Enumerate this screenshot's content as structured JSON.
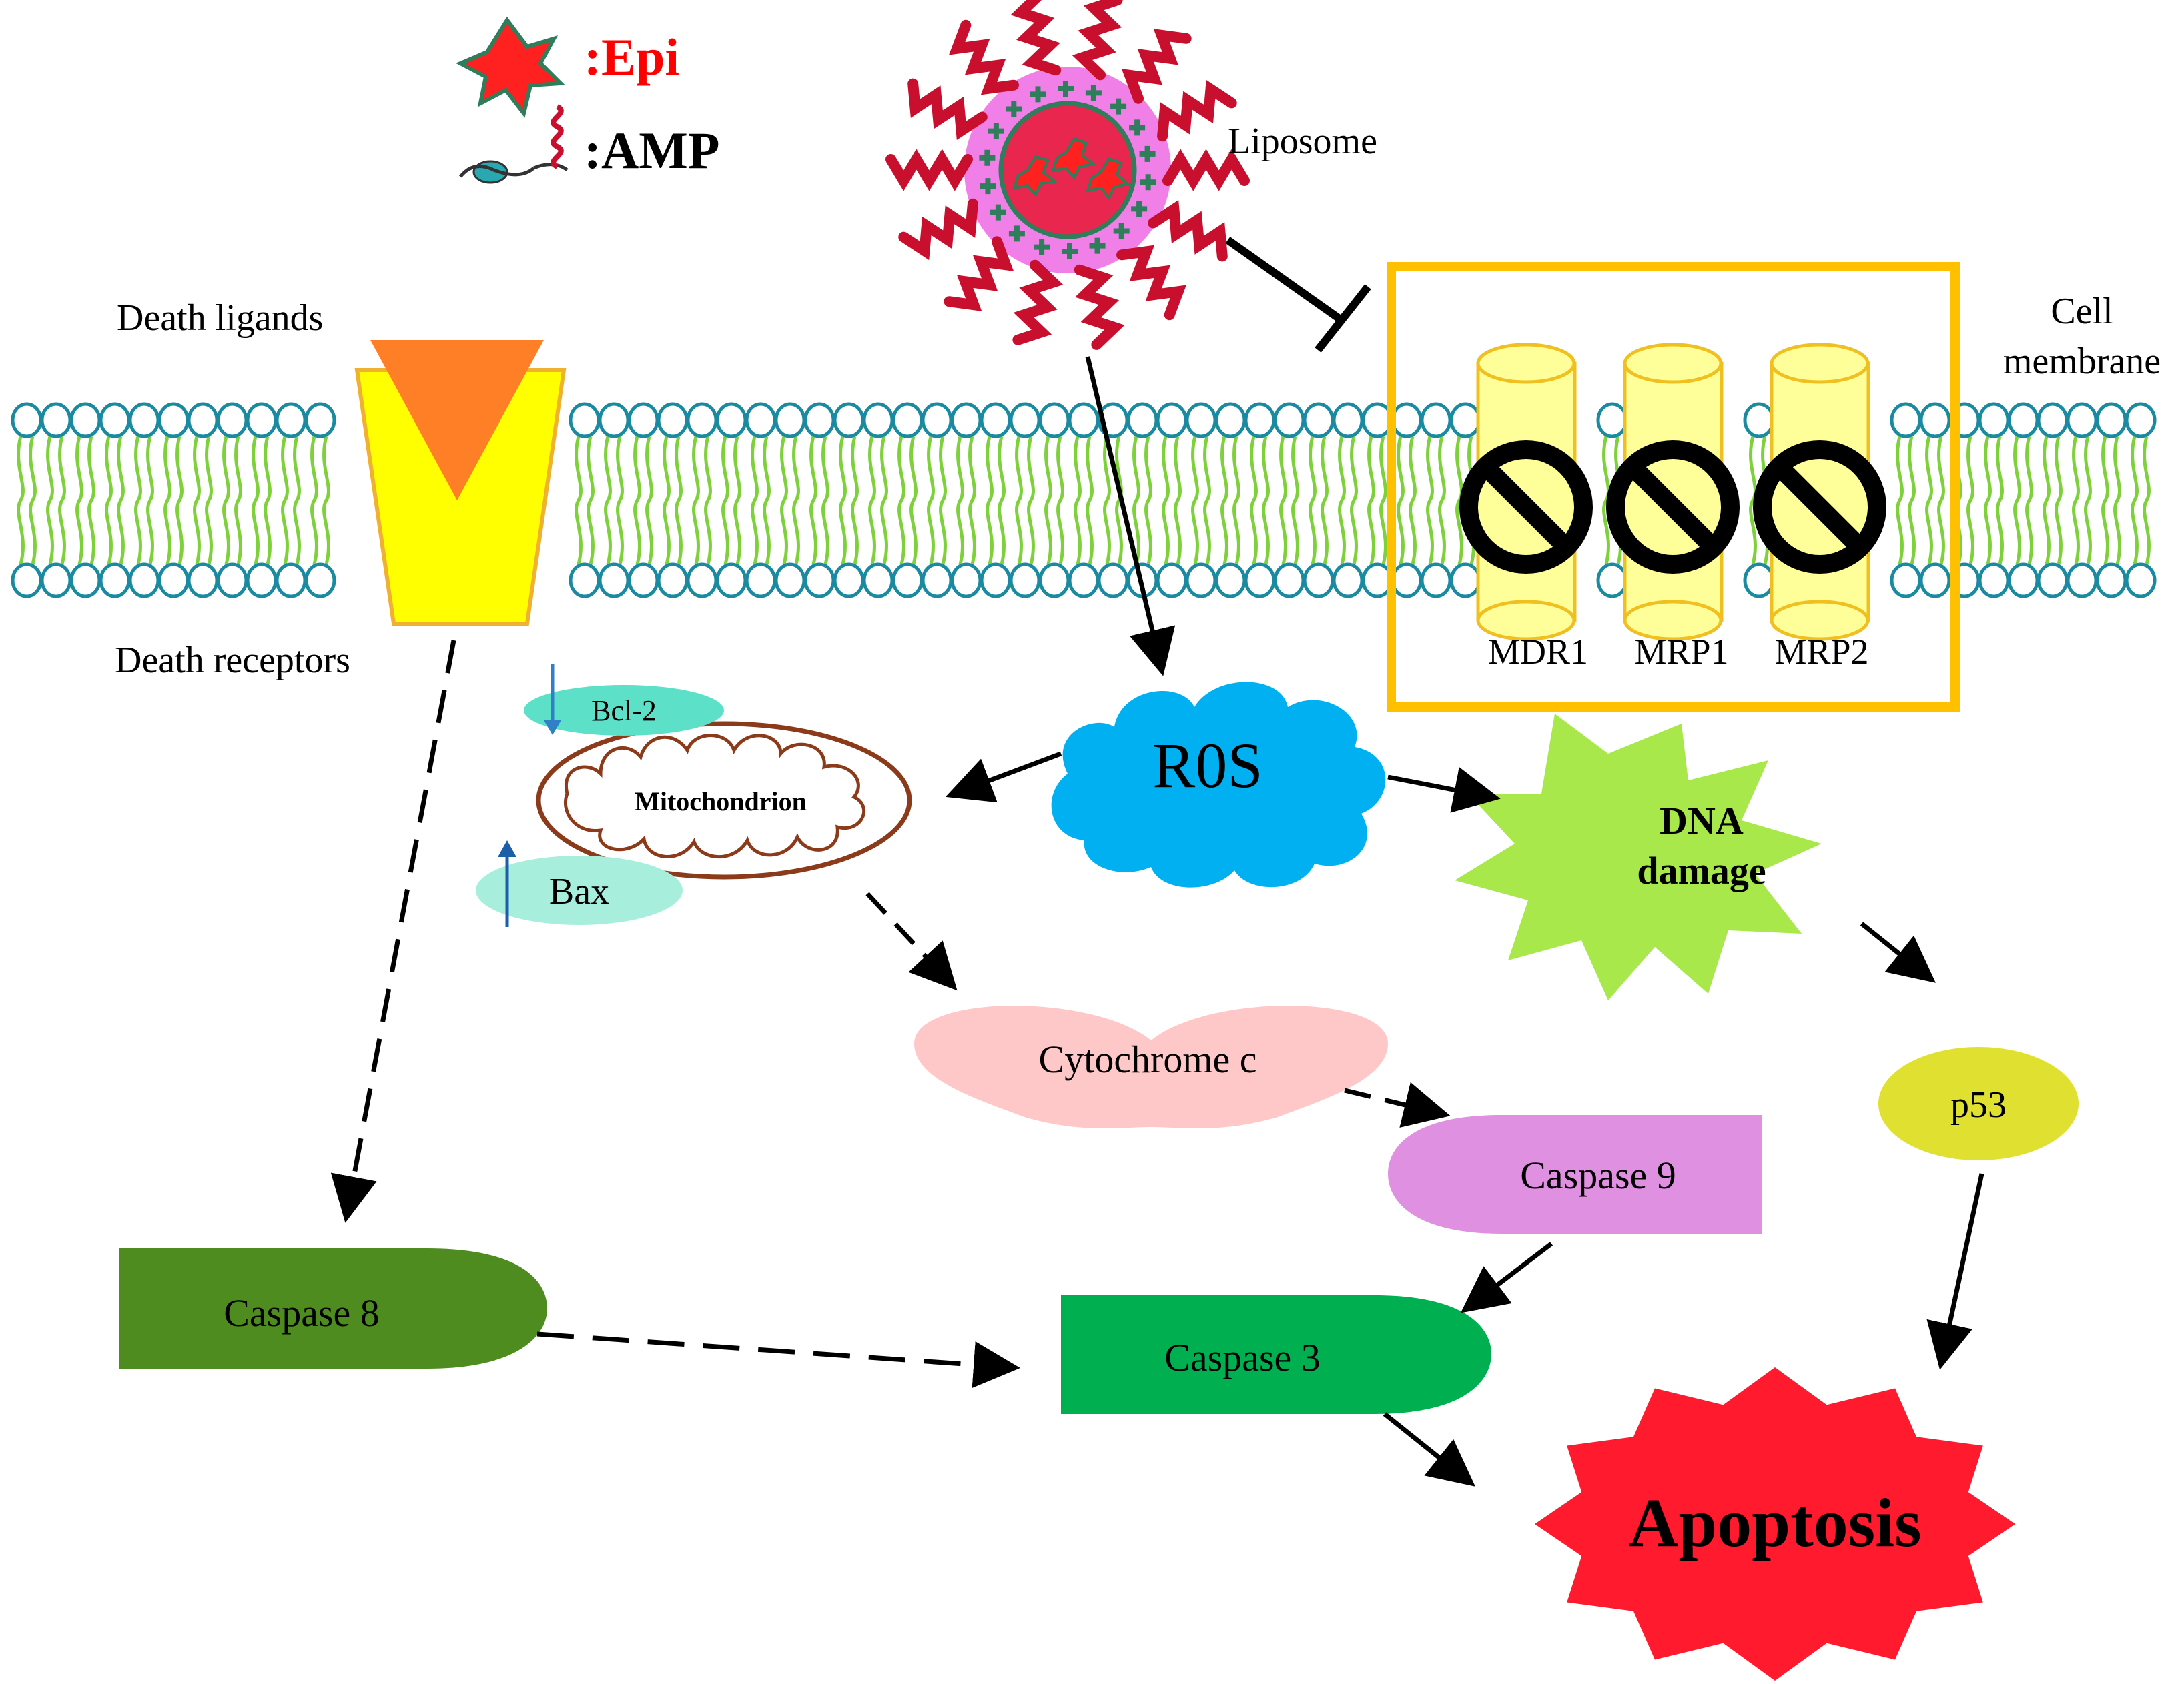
{
  "legend": {
    "epi_label": ":Epi",
    "amp_label": ":AMP"
  },
  "labels": {
    "liposome": "Liposome",
    "death_ligands": "Death ligands",
    "death_receptors": "Death receptors",
    "cell_membrane_line1": "Cell",
    "cell_membrane_line2": "membrane",
    "mdr1": "MDR1",
    "mrp1": "MRP1",
    "mrp2": "MRP2",
    "bcl2": "Bcl-2",
    "bax": "Bax",
    "mitochondrion": "Mitochondrion",
    "ros": "R0S",
    "dna_line1": "DNA",
    "dna_line2": "damage",
    "cytochrome_c": "Cytochrome c",
    "caspase9": "Caspase 9",
    "caspase8": "Caspase 8",
    "caspase3": "Caspase 3",
    "p53": "p53",
    "apoptosis": "Apoptosis"
  },
  "colors": {
    "epi_red": "#ff2020",
    "epi_text": "#ff0000",
    "amp_crimson": "#c8102e",
    "liposome_pink": "#f080e8",
    "liposome_core": "#e8264e",
    "liposome_green": "#2e7d5b",
    "membrane_head": "#1a8aa0",
    "membrane_tail": "#7fd13b",
    "receptor_yellow": "#ffff00",
    "receptor_outline": "#f0b030",
    "ligand_orange": "#ff7f27",
    "efflux_box": "#ffc000",
    "pump_fill": "#ffff99",
    "pump_outline": "#f0c020",
    "mito_brown": "#8b3a1a",
    "bcl2_teal": "#5ce0c8",
    "bax_teal": "#a8eedd",
    "arrow_down_blue": "#3080c8",
    "arrow_up_blue": "#1a5fa8",
    "ros_blue": "#00b0f0",
    "dna_green": "#a8e84a",
    "cytochrome_pink": "#ffc8c8",
    "caspase9_violet": "#e090e0",
    "caspase8_green": "#4e8c1f",
    "caspase3_green": "#00b050",
    "p53_yellow": "#e0e030",
    "apoptosis_red": "#ff1a2e"
  },
  "icons": {
    "epi": "red-star-icon",
    "amp": "peptide-helix-icon",
    "inhibition": "no-entry-icon"
  }
}
